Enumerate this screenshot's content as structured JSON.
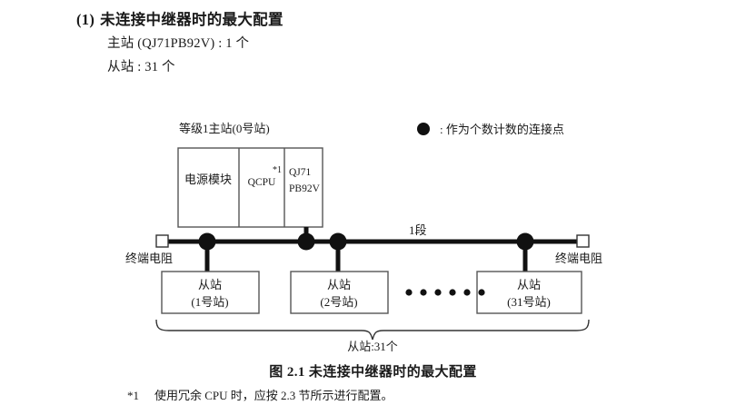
{
  "heading": {
    "number": "(1)",
    "title": "未连接中继器时的最大配置"
  },
  "spec_lines": [
    "主站 (QJ71PB92V) : 1 个",
    "从站 : 31 个"
  ],
  "diagram": {
    "master_label": "等级1主站(0号站)",
    "legend": {
      "symbol": "filled-circle",
      "text": ": 作为个数计数的连接点"
    },
    "master_modules": [
      {
        "name": "电源模块",
        "footnote": ""
      },
      {
        "name": "QCPU",
        "footnote": "*1"
      },
      {
        "name_line1": "QJ71",
        "name_line2": "PB92V",
        "footnote": ""
      }
    ],
    "segment_label": "1段",
    "terminator_left": "终端电阻",
    "terminator_right": "终端电阻",
    "slaves": [
      {
        "line1": "从站",
        "line2": "(1号站)"
      },
      {
        "line1": "从站",
        "line2": "(2号站)"
      },
      {
        "line1": "从站",
        "line2": "(31号站)"
      }
    ],
    "ellipsis_dots": 6,
    "brace_label": "从站:31个"
  },
  "caption": "图 2.1  未连接中继器时的最大配置",
  "footnote": {
    "mark": "*1",
    "text": "使用冗余 CPU 时，应按 2.3 节所示进行配置。"
  },
  "colors": {
    "ink": "#1a1a1a",
    "line": "#000000",
    "box_border": "#555555",
    "background": "#ffffff"
  }
}
